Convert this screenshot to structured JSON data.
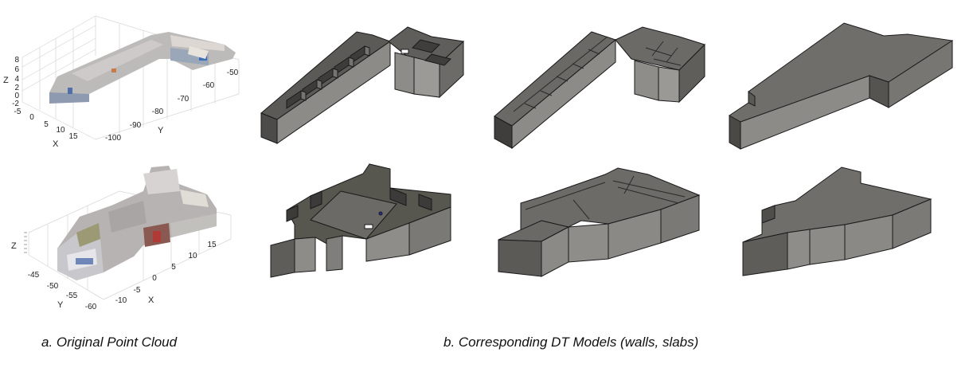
{
  "caption_left": "a. Original Point Cloud",
  "caption_right": "b. Corresponding DT Models (walls, slabs)",
  "plot_top": {
    "z_label": "Z",
    "z_ticks": [
      "8",
      "6",
      "4",
      "2",
      "0",
      "-2"
    ],
    "x_label": "X",
    "x_ticks": [
      "-5",
      "0",
      "5",
      "10",
      "15"
    ],
    "y_label": "Y",
    "y_ticks": [
      "-100",
      "-90",
      "-80",
      "-70",
      "-60",
      "-50"
    ]
  },
  "plot_bottom": {
    "z_label": "Z",
    "x_label": "X",
    "x_ticks": [
      "-10",
      "-5",
      "0",
      "5",
      "10",
      "15"
    ],
    "y_label": "Y",
    "y_ticks": [
      "-45",
      "-50",
      "-55",
      "-60"
    ]
  },
  "colors": {
    "model_top": "#6f6e6a",
    "model_side": "#8d8d88",
    "model_front": "#5c5b58",
    "edge": "#1a1a1a"
  }
}
